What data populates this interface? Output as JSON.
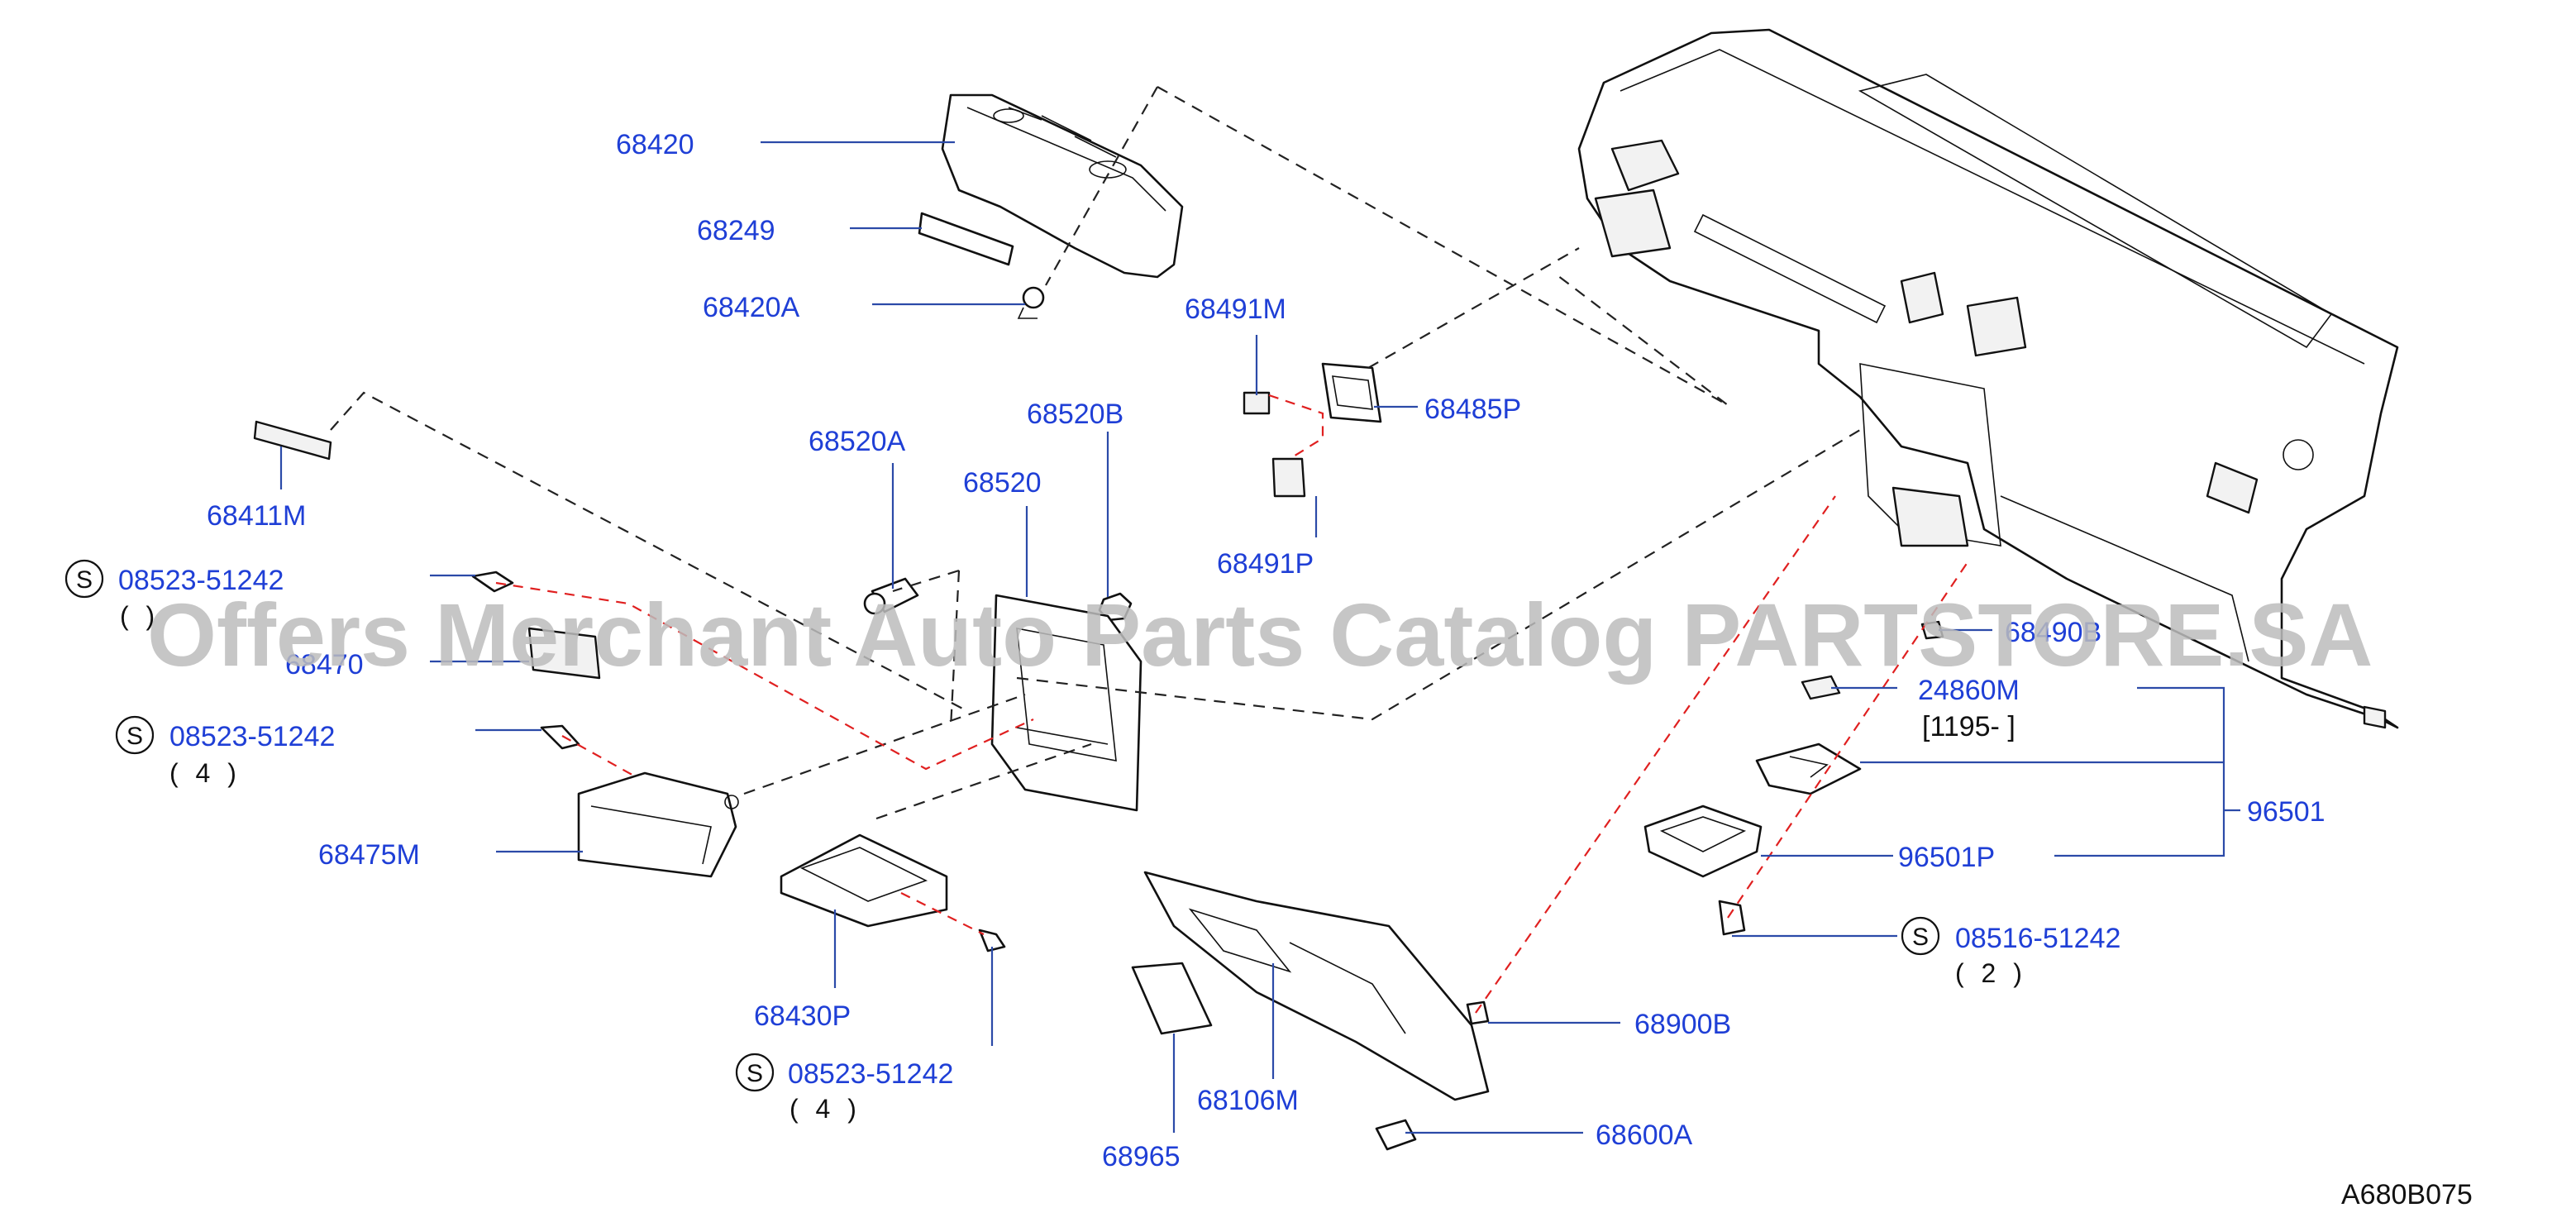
{
  "callouts": {
    "p68420": "68420",
    "p68249": "68249",
    "p68420A": "68420A",
    "p68491M": "68491M",
    "p68485P": "68485P",
    "p68491P": "68491P",
    "p68411M": "68411M",
    "p68520A": "68520A",
    "p68520B": "68520B",
    "p68520": "68520",
    "p68470": "68470",
    "p68475M": "68475M",
    "p68430P": "68430P",
    "p68106M": "68106M",
    "p68965": "68965",
    "p68900B": "68900B",
    "p68600A": "68600A",
    "p68490B": "68490B",
    "p24860M": "24860M",
    "p96501": "96501",
    "p96501P": "96501P"
  },
  "screws": {
    "s1": {
      "symbol": "S",
      "code": "08523-51242",
      "qty": "(   )"
    },
    "s2": {
      "symbol": "S",
      "code": "08523-51242",
      "qty": "( 4 )"
    },
    "s3": {
      "symbol": "S",
      "code": "08523-51242",
      "qty": "( 4 )"
    },
    "s4": {
      "symbol": "S",
      "code": "08516-51242",
      "qty": "( 2 )"
    }
  },
  "serial_range": "[1195-                ]",
  "diagram_code": "A680B075",
  "watermark": "Offers Merchant Auto Parts Catalog PARTSTORE.SA"
}
